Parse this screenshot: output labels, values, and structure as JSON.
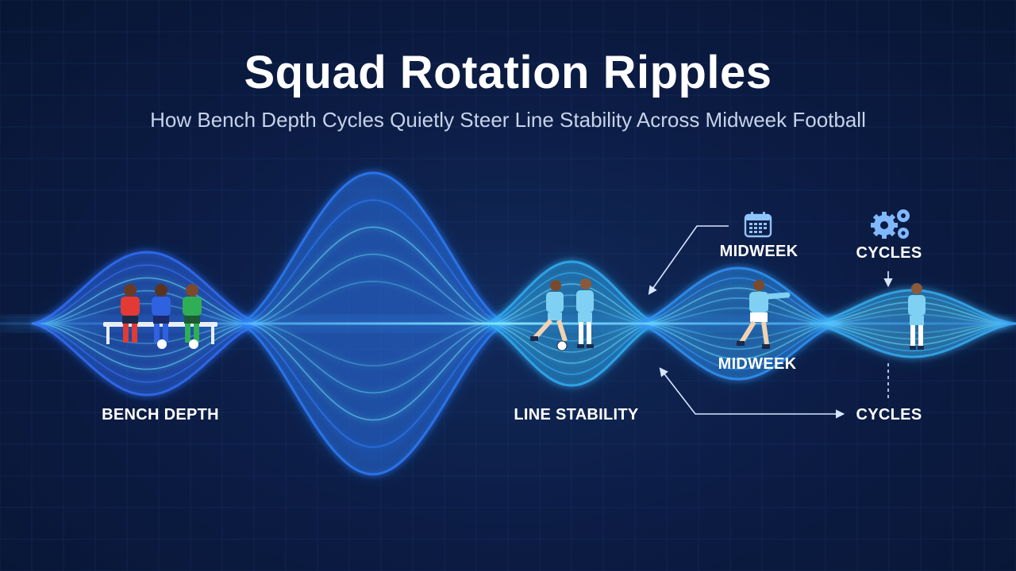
{
  "header": {
    "title": "Squad Rotation Ripples",
    "subtitle": "How Bench Depth Cycles Quietly Steer Line Stability Across Midweek Football"
  },
  "labels": {
    "bench_depth": "BENCH DEPTH",
    "line_stability": "LINE STABILITY",
    "midweek_top": "MIDWEEK",
    "cycles_top": "CYCLES",
    "midweek_mid": "MIDWEEK",
    "cycles_bottom": "CYCLES"
  },
  "icons": {
    "calendar": "calendar-icon",
    "gears": "gears-icon"
  },
  "colors": {
    "background": "#0b1a3d",
    "wave_blue": "#2f6cf0",
    "wave_cyan": "#38c6f0",
    "text": "#ffffff"
  }
}
